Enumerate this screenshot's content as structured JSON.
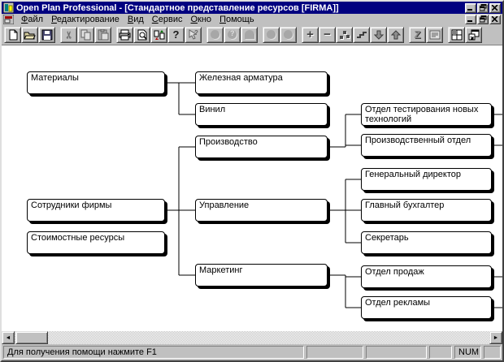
{
  "window": {
    "title": "Open Plan Professional - [Стандартное представление ресурсов [FIRMA]]",
    "controls": [
      "minimize",
      "restore",
      "close"
    ],
    "child_controls": [
      "minimize",
      "restore",
      "close"
    ],
    "titlebar_color": "#000080"
  },
  "menubar": {
    "items": [
      {
        "key": "Ф",
        "rest": "айл"
      },
      {
        "key": "Р",
        "rest": "едактирование"
      },
      {
        "key": "В",
        "rest": "ид"
      },
      {
        "key": "С",
        "rest": "ервис"
      },
      {
        "key": "О",
        "rest": "кно"
      },
      {
        "key": "П",
        "rest": "омощь"
      }
    ]
  },
  "toolbar": {
    "buttons": [
      {
        "name": "new-icon",
        "disabled": false
      },
      {
        "name": "open-icon",
        "disabled": false
      },
      {
        "name": "save-icon",
        "disabled": false
      },
      {
        "name": "cut-icon",
        "disabled": true
      },
      {
        "name": "copy-icon",
        "disabled": true
      },
      {
        "name": "paste-icon",
        "disabled": true
      },
      {
        "name": "print-icon",
        "disabled": false
      },
      {
        "name": "print-preview-icon",
        "disabled": false
      },
      {
        "name": "update-arrows-icon",
        "disabled": false
      },
      {
        "name": "help-icon",
        "disabled": false
      },
      {
        "name": "context-help-icon",
        "disabled": true
      },
      {
        "name": "node-circle-icon",
        "disabled": true
      },
      {
        "name": "node-circle-question-icon",
        "disabled": true
      },
      {
        "name": "node-arch-icon",
        "disabled": true
      },
      {
        "name": "node-circle2-icon",
        "disabled": true
      },
      {
        "name": "node-circle3-icon",
        "disabled": true
      },
      {
        "name": "expand-plus-icon",
        "disabled": false
      },
      {
        "name": "collapse-minus-icon",
        "disabled": false
      },
      {
        "name": "scatter-icon",
        "disabled": false
      },
      {
        "name": "steps-icon",
        "disabled": false
      },
      {
        "name": "arrow-down-icon",
        "disabled": false
      },
      {
        "name": "arrow-up-icon",
        "disabled": false
      },
      {
        "name": "zigzag-icon",
        "disabled": false
      },
      {
        "name": "notes-icon",
        "disabled": true
      },
      {
        "name": "split-window-icon",
        "disabled": false
      },
      {
        "name": "arrange-window-icon",
        "disabled": false
      }
    ],
    "glyphs": {
      "cut": "✂",
      "plus": "+",
      "minus": "−",
      "help": "?",
      "zigzag": "Z",
      "left": "◄",
      "right": "►"
    }
  },
  "tree": {
    "nodes": [
      {
        "label": "Материалы",
        "parent": null
      },
      {
        "label": "Сотрудники фирмы",
        "parent": null
      },
      {
        "label": "Стоимостные ресурсы",
        "parent": null
      },
      {
        "label": "Железная арматура",
        "parent": "Материалы"
      },
      {
        "label": "Винил",
        "parent": "Материалы"
      },
      {
        "label": "Производство",
        "parent": "Сотрудники фирмы"
      },
      {
        "label": "Управление",
        "parent": "Сотрудники фирмы"
      },
      {
        "label": "Маркетинг",
        "parent": "Сотрудники фирмы"
      },
      {
        "label": "Отдел тестирования новых технологий",
        "parent": "Производство"
      },
      {
        "label": "Производственный отдел",
        "parent": "Производство"
      },
      {
        "label": "Генеральный директор",
        "parent": "Управление"
      },
      {
        "label": "Главный бухгалтер",
        "parent": "Управление"
      },
      {
        "label": "Секретарь",
        "parent": "Управление"
      },
      {
        "label": "Отдел продаж",
        "parent": "Маркетинг"
      },
      {
        "label": "Отдел рекламы",
        "parent": "Маркетинг"
      }
    ]
  },
  "statusbar": {
    "message": "Для получения помощи нажмите F1",
    "num_indicator": "NUM"
  }
}
